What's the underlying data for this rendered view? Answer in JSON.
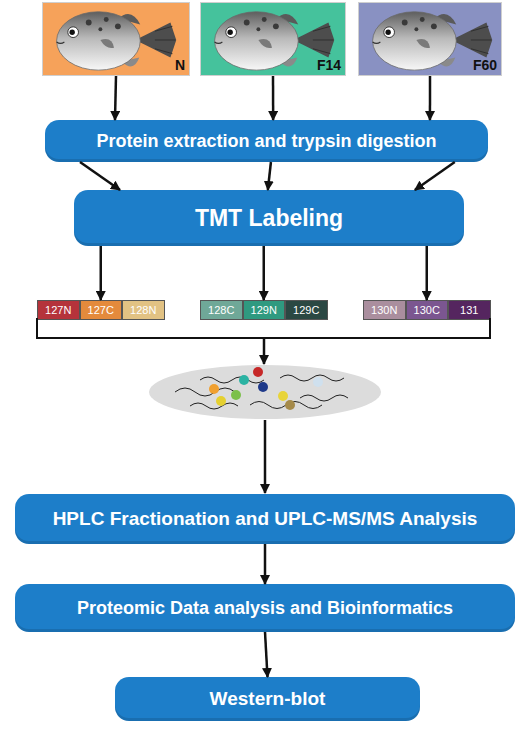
{
  "diagram": {
    "nodes": [
      {
        "text": [
          "N"
        ]
      },
      {
        "text": [
          "F14"
        ]
      },
      {
        "text": [
          "F60"
        ]
      },
      {
        "text": [
          "Protein extraction and trypsin digestion"
        ]
      },
      {
        "text": [
          "TMT Labeling"
        ]
      },
      {
        "text": [
          "127N"
        ]
      },
      {
        "text": [
          "127C"
        ]
      },
      {
        "text": [
          "128N"
        ]
      },
      {
        "text": [
          "128C"
        ]
      },
      {
        "text": [
          "129N"
        ]
      },
      {
        "text": [
          "129C"
        ]
      },
      {
        "text": [
          "130N"
        ]
      },
      {
        "text": [
          "130C"
        ]
      },
      {
        "text": [
          "131"
        ]
      },
      {
        "text": [
          "HPLC Fractionation and UPLC-MS/MS Analysis"
        ]
      },
      {
        "text": [
          "Proteomic Data analysis and Bioinformatics"
        ]
      },
      {
        "text": [
          "Western-blot"
        ]
      }
    ],
    "edges": [
      {
        "from": 0,
        "to": 3,
        "arrow": "to"
      },
      {
        "from": 1,
        "to": 3,
        "arrow": "to"
      },
      {
        "from": 2,
        "to": 3,
        "arrow": "to"
      },
      {
        "from": 3,
        "to": 4,
        "arrow": "to"
      },
      {
        "from": 3,
        "to": 4,
        "arrow": "to"
      },
      {
        "from": 3,
        "to": 4,
        "arrow": "to"
      },
      {
        "from": 4,
        "to": 6,
        "arrow": "to"
      },
      {
        "from": 4,
        "to": 9,
        "arrow": "to"
      },
      {
        "from": 4,
        "to": 12,
        "arrow": "to"
      },
      {
        "from": 14,
        "to": 15,
        "arrow": "to"
      },
      {
        "from": 15,
        "to": 16,
        "arrow": "to"
      }
    ]
  }
}
